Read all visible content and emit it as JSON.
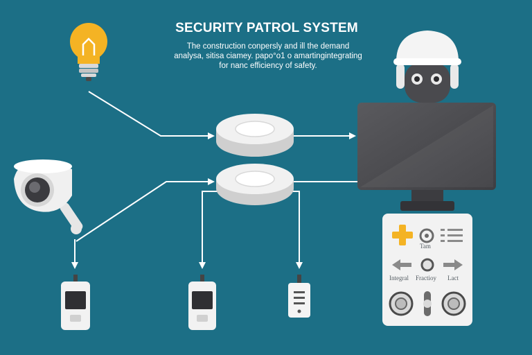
{
  "header": {
    "title": "SECURITY PATROL SYSTEM",
    "subtitle_lines": [
      "The construction conpersly and ill the demand",
      "analysa, sitisa ciamey. papo°o1 o  amartingintegrating",
      "for nanc efficiency of safety."
    ]
  },
  "control_panel": {
    "label_top": "Tam",
    "labels_bottom": [
      "Integral",
      "Fractioy",
      "Lact"
    ]
  },
  "icons": {
    "light": "lightbulb-icon",
    "camera": "security-camera-icon",
    "robot": "robot-guard-icon",
    "monitor": "monitor-icon",
    "hubs": [
      "hub-disc-icon",
      "hub-disc-icon"
    ],
    "devices": [
      "handheld-device-icon",
      "handheld-device-icon",
      "sensor-device-icon"
    ]
  },
  "colors": {
    "background": "#1c6f86",
    "accent_yellow": "#f4b324",
    "line_white": "#ffffff",
    "device_white": "#f2f2f2",
    "screen_dark": "#4b4b4e"
  }
}
